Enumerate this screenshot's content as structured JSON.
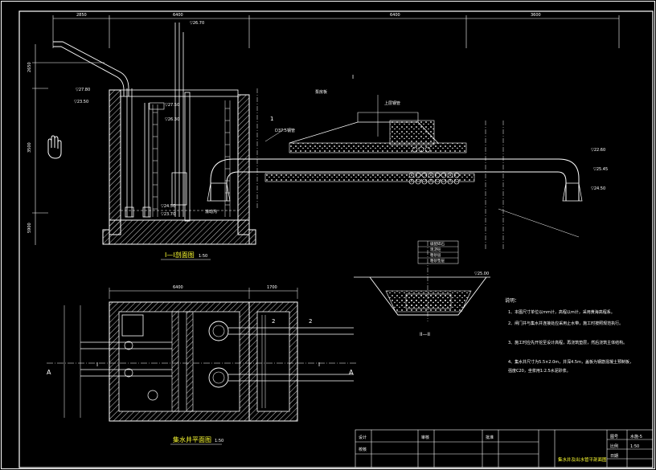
{
  "colors": {
    "background": "#000000",
    "line": "#ffffff",
    "hatch": "#ffffff",
    "title_text": "#ffff33"
  },
  "dimensions_top": [
    "2850",
    "6400",
    "6400",
    "3600"
  ],
  "section_view": {
    "title": "I—I剖面图",
    "scale": "1:50",
    "elevations": [
      "▽26.70",
      "▽27.80",
      "▽27.50",
      "▽26.30",
      "▽24.50",
      "▽23.70",
      "▽23.50",
      "▽22.60",
      "▽25.45"
    ],
    "labels": [
      "泵房板",
      "D37.5钢管",
      "滚动沟",
      "上层钢管"
    ],
    "left_dims": [
      "2650",
      "3500",
      "5900"
    ],
    "marker": "I",
    "mark_1": "1"
  },
  "plan_view": {
    "title": "集水井平面图",
    "scale": "1:50",
    "dimensions": [
      "6400",
      "1700"
    ],
    "section_markers": [
      "A",
      "A",
      "I",
      "I",
      "2",
      "2"
    ]
  },
  "section_2": {
    "title": "II—II",
    "labels": [
      "级配碎石",
      "现浇砼",
      "粗砂层",
      "粗砂垫层"
    ],
    "elevation": "▽25.00"
  },
  "notes": {
    "heading": "说明：",
    "items": [
      "1、本图尺寸单位以mm计，高程以m计，采用黄海高程系。",
      "2、闸门井与集水井连接处应采用止水带，施工时按照规范执行。",
      "3、施工时应先开挖至设计高程，再浇筑垫层，然后浇筑主体结构。",
      "4、集水井尺寸为5.5×2.0m，井深4.5m，盖板为钢筋混凝土预制板，",
      "强度C20，坐浆用1:2.5水泥砂浆。"
    ]
  },
  "title_block": {
    "drawing_name": "集水井及出水管平剖面图",
    "scale_label": "比例",
    "scale_value": "1:50",
    "number": "水施-5",
    "cells": [
      "设计",
      "校核",
      "审核",
      "批准",
      "图号",
      "日期"
    ]
  }
}
